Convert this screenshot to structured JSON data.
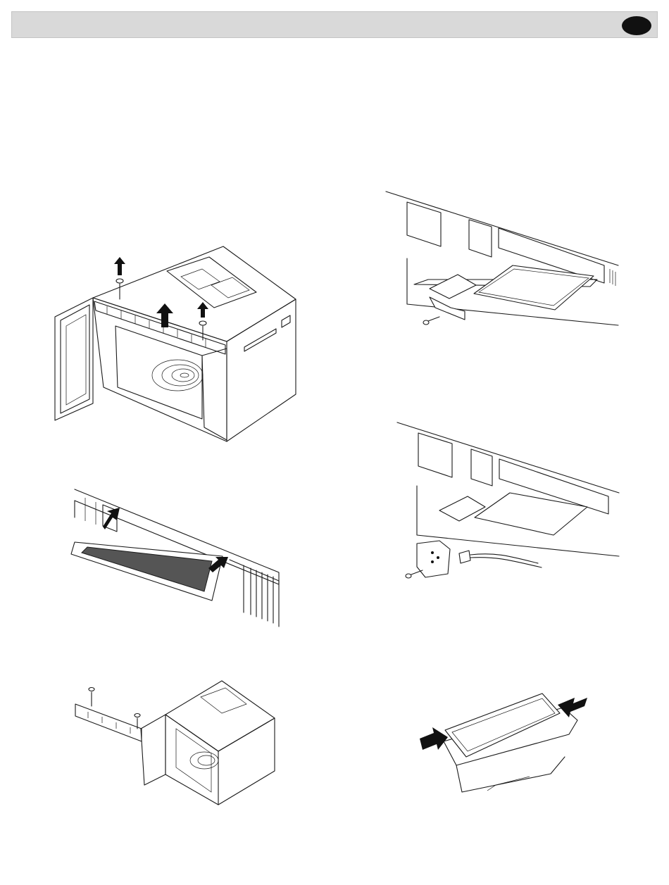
{
  "header": {
    "title": "",
    "language_badge": ""
  },
  "figures": [
    {
      "id": "remove-vent-grille-screws",
      "icons": [
        "microwave-oven",
        "screw",
        "up-arrow"
      ]
    },
    {
      "id": "slide-out-filter-panel",
      "icons": [
        "filter-panel",
        "push-arrow"
      ]
    },
    {
      "id": "remove-control-panel-screws",
      "icons": [
        "microwave-oven",
        "screw"
      ]
    },
    {
      "id": "underside-light-cover-with-screw",
      "icons": [
        "light-cover",
        "screw"
      ]
    },
    {
      "id": "light-socket-removed-with-wire",
      "icons": [
        "light-socket",
        "screw",
        "wire-connector"
      ]
    },
    {
      "id": "light-cover-snap-in",
      "icons": [
        "light-cover",
        "push-arrow"
      ]
    }
  ]
}
